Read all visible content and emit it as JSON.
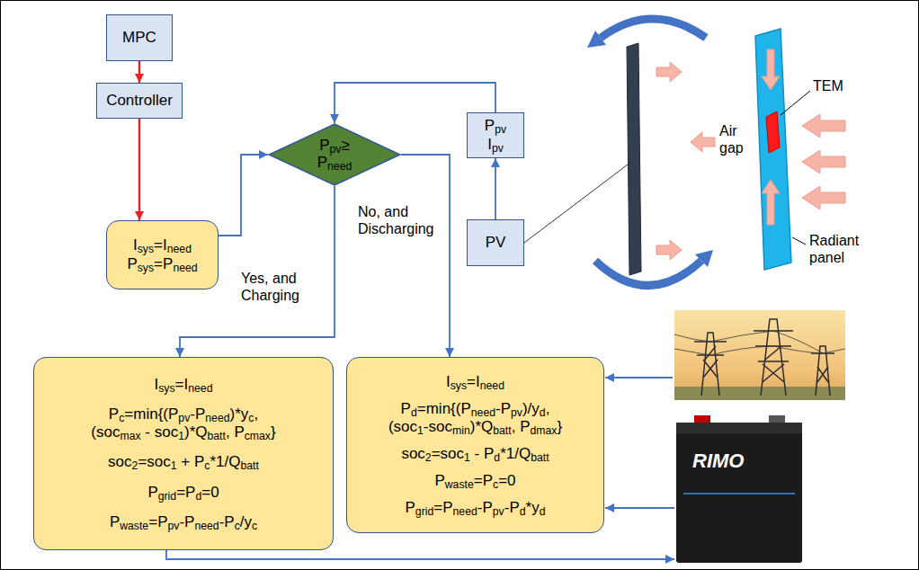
{
  "diagram": {
    "nodes": [
      {
        "text": [
          "MPC"
        ]
      },
      {
        "text": [
          "Controller"
        ]
      },
      {
        "text": [
          "Isys=Ineed",
          "Psys=Pneed"
        ]
      },
      {
        "text": [
          "Ppv≥ Pneed"
        ]
      },
      {
        "text": [
          "Ppv Ipv"
        ]
      },
      {
        "text": [
          "PV"
        ]
      },
      {
        "text": [
          "Isys=Ineed",
          "Pc=min{(Ppv-Pneed)*yc, (socmax - soc1)*Qbatt, Pcmax}",
          "soc2=soc1 + Pc*1/Qbatt",
          "Pgrid=Pd=0",
          "Pwaste=Ppv-Pneed-Pc/yc"
        ]
      },
      {
        "text": [
          "Isys=Ineed",
          "Pd=min{(Pneed-Ppv)/yd, (soc1-socmin)*Qbatt, Pdmax}",
          "soc2=soc1 - Pd*1/Qbatt",
          "Pwaste=Pc=0",
          "Pgrid=Pneed-Ppv-Pd*yd"
        ]
      }
    ],
    "edges": [
      {
        "from": 0,
        "to": 1,
        "arrow": "to"
      },
      {
        "from": 1,
        "to": 2,
        "arrow": "to"
      },
      {
        "from": 2,
        "to": 3,
        "arrow": "to"
      },
      {
        "from": 5,
        "to": 4,
        "arrow": "to"
      },
      {
        "from": 4,
        "to": 3,
        "arrow": "to"
      },
      {
        "from": 3,
        "to": 6,
        "label": "Yes, and Charging",
        "arrow": "to"
      },
      {
        "from": 3,
        "to": 7,
        "label": "No, and Discharging",
        "arrow": "to"
      }
    ],
    "labels": [
      "Air gap",
      "TEM",
      "Radiant panel",
      "RIMO"
    ]
  }
}
